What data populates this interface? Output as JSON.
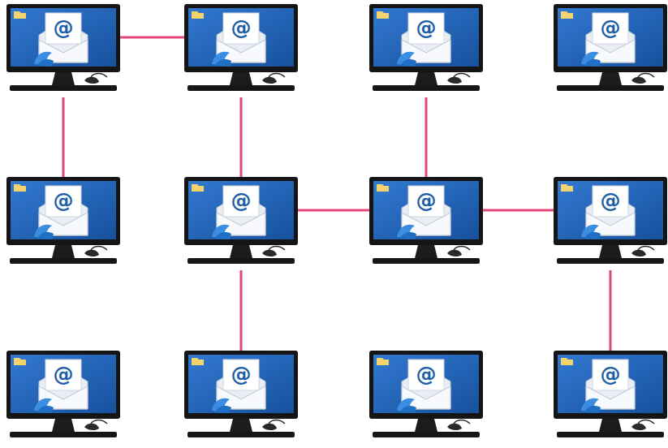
{
  "diagram": {
    "nodes": [
      {
        "text": [
          "@"
        ]
      },
      {
        "text": [
          "@"
        ]
      },
      {
        "text": [
          "@"
        ]
      },
      {
        "text": [
          "@"
        ]
      },
      {
        "text": [
          "@"
        ]
      },
      {
        "text": [
          "@"
        ]
      },
      {
        "text": [
          "@"
        ]
      },
      {
        "text": [
          "@"
        ]
      },
      {
        "text": [
          "@"
        ]
      },
      {
        "text": [
          "@"
        ]
      },
      {
        "text": [
          "@"
        ]
      },
      {
        "text": [
          "@"
        ]
      }
    ],
    "edges": [
      {
        "from": 0,
        "to": 1,
        "arrow": "none"
      },
      {
        "from": 0,
        "to": 4,
        "arrow": "none"
      },
      {
        "from": 1,
        "to": 5,
        "arrow": "none"
      },
      {
        "from": 2,
        "to": 6,
        "arrow": "none"
      },
      {
        "from": 5,
        "to": 6,
        "arrow": "none"
      },
      {
        "from": 6,
        "to": 7,
        "arrow": "none"
      },
      {
        "from": 5,
        "to": 9,
        "arrow": "none"
      },
      {
        "from": 7,
        "to": 11,
        "arrow": "none"
      }
    ]
  }
}
